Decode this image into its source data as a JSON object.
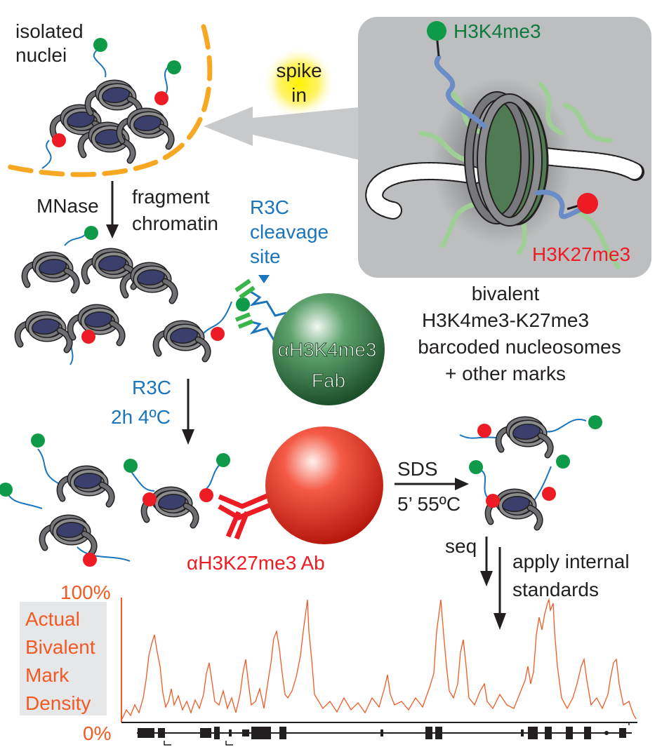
{
  "labels": {
    "isolated_nuclei_1": "isolated",
    "isolated_nuclei_2": "nuclei",
    "spike_in_1": "spike",
    "spike_in_2": "in",
    "h3k4me3": "H3K4me3",
    "h3k27me3": "H3K27me3",
    "mnase": "MNase",
    "fragment_1": "fragment",
    "fragment_2": "chromatin",
    "r3c_site_1": "R3C",
    "r3c_site_2": "cleavage",
    "r3c_site_3": "site",
    "fab_1": "αH3K4me3",
    "fab_2": "Fab",
    "bivalent_1": "bivalent",
    "bivalent_2": "H3K4me3-K27me3",
    "bivalent_3": "barcoded nucleosomes",
    "bivalent_4": "+ other marks",
    "r3c_step_1": "R3C",
    "r3c_step_2": "2h 4ºC",
    "sds_1": "SDS",
    "sds_2": "5’ 55ºC",
    "ab": "αH3K27me3 Ab",
    "seq": "seq",
    "standards_1": "apply internal",
    "standards_2": "standards",
    "track_top": "100%",
    "track_bottom": "0%",
    "density_1": "Actual",
    "density_2": "Bivalent",
    "density_3": "Mark",
    "density_4": "Density"
  },
  "colors": {
    "text": "#231f20",
    "r3c_blue": "#1b75bc",
    "k27_red": "#ed1c24",
    "k4_green": "#0e7a3c",
    "track_orange": "#f15a24",
    "nuclei_orange": "#f7a823"
  }
}
